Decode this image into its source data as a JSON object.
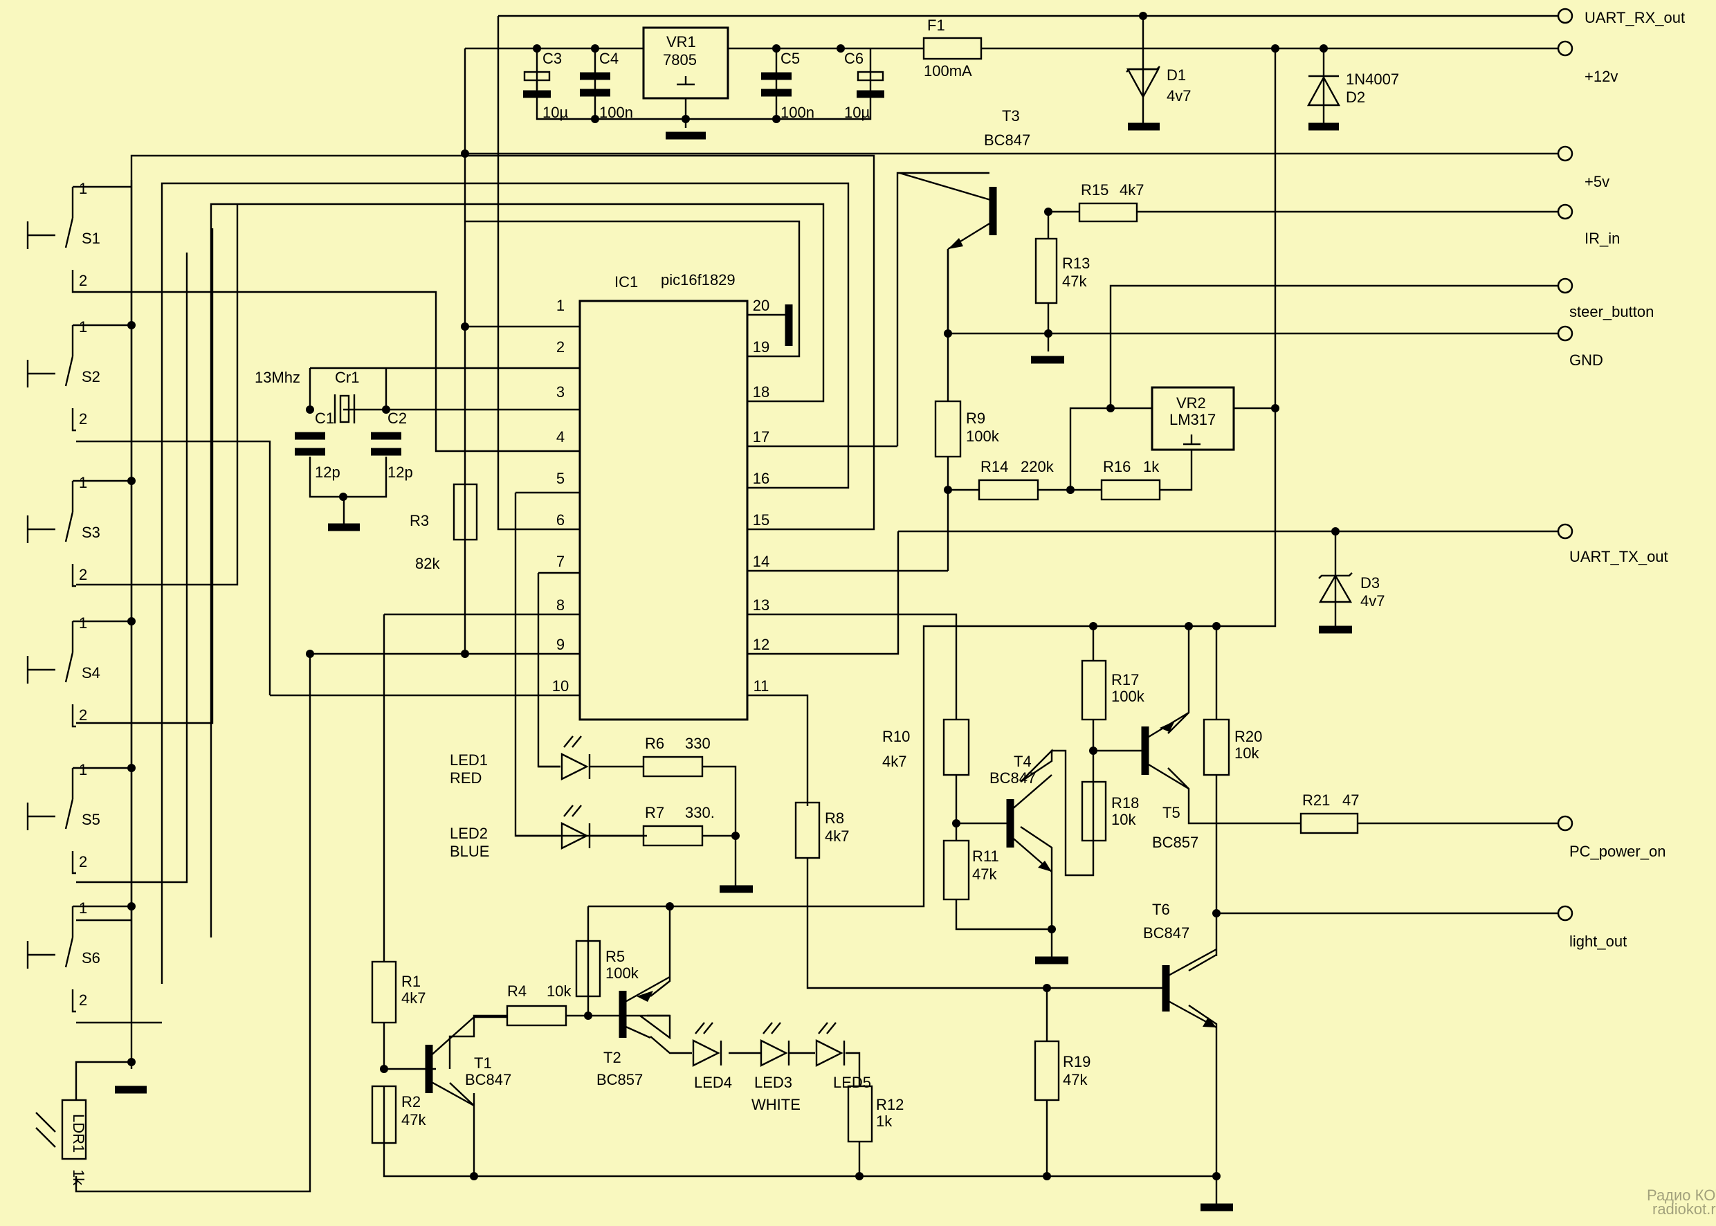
{
  "connectors": {
    "uart_rx": "UART_RX_out",
    "v12": "+12v",
    "v5": "+5v",
    "ir_in": "IR_in",
    "steer": "steer_button",
    "gnd": "GND",
    "uart_tx": "UART_TX_out",
    "pc_power": "PC_power_on",
    "light_out": "light_out"
  },
  "ic1": {
    "ref": "IC1",
    "part": "pic16f1829",
    "left_pins": [
      "1",
      "2",
      "3",
      "4",
      "5",
      "6",
      "7",
      "8",
      "9",
      "10"
    ],
    "right_pins": [
      "20",
      "19",
      "18",
      "17",
      "16",
      "15",
      "14",
      "13",
      "12",
      "11"
    ]
  },
  "parts": {
    "vr1_ref": "VR1",
    "vr1_val": "7805",
    "vr2_ref": "VR2",
    "vr2_val": "LM317",
    "c3_ref": "C3",
    "c3_val": "10µ",
    "c4_ref": "C4",
    "c4_val": "100n",
    "c5_ref": "C5",
    "c5_val": "100n",
    "c6_ref": "C6",
    "c6_val": "10µ",
    "f1_ref": "F1",
    "f1_val": "100mA",
    "d1_ref": "D1",
    "d1_val": "4v7",
    "d2_ref": "D2",
    "d2_val": "1N4007",
    "d3_ref": "D3",
    "d3_val": "4v7",
    "t3_ref": "T3",
    "t3_val": "BC847",
    "t4_ref": "T4",
    "t4_val": "BC847",
    "t5_ref": "T5",
    "t5_val": "BC857",
    "t6_ref": "T6",
    "t6_val": "BC847",
    "t1_ref": "T1",
    "t1_val": "BC847",
    "t2_ref": "T2",
    "t2_val": "BC857",
    "r15_ref": "R15",
    "r15_val": "4k7",
    "r13_ref": "R13",
    "r13_val": "47k",
    "r9_ref": "R9",
    "r9_val": "100k",
    "r14_ref": "R14",
    "r14_val": "220k",
    "r16_ref": "R16",
    "r16_val": "1k",
    "r3_ref": "R3",
    "r3_val": "82k",
    "r17_ref": "R17",
    "r17_val": "100k",
    "r18_ref": "R18",
    "r18_val": "10k",
    "r20_ref": "R20",
    "r20_val": "10k",
    "r21_ref": "R21",
    "r21_val": "47",
    "r10_ref": "R10",
    "r10_val": "4k7",
    "r11_ref": "R11",
    "r11_val": "47k",
    "r8_ref": "R8",
    "r8_val": "4k7",
    "r19_ref": "R19",
    "r19_val": "47k",
    "r6_ref": "R6",
    "r6_val": "330",
    "r7_ref": "R7",
    "r7_val": "330.",
    "r1_ref": "R1",
    "r1_val": "4k7",
    "r2_ref": "R2",
    "r2_val": "47k",
    "r4_ref": "R4",
    "r4_val": "10k",
    "r5_ref": "R5",
    "r5_val": "100k",
    "r12_ref": "R12",
    "r12_val": "1k",
    "xtal_freq": "13Mhz",
    "cr1_ref": "Cr1",
    "c1_ref": "C1",
    "c1_val": "12p",
    "c2_ref": "C2",
    "c2_val": "12p",
    "led1_ref": "LED1",
    "led1_col": "RED",
    "led2_ref": "LED2",
    "led2_col": "BLUE",
    "led4_ref": "LED4",
    "led3_ref": "LED3",
    "led3_col": "WHITE",
    "led5_ref": "LED5",
    "ldr_ref": "LDR1",
    "ldr_val": "1k"
  },
  "switches": [
    {
      "ref": "S1",
      "p1": "1",
      "p2": "2"
    },
    {
      "ref": "S2",
      "p1": "1",
      "p2": "2"
    },
    {
      "ref": "S3",
      "p1": "1",
      "p2": "2"
    },
    {
      "ref": "S4",
      "p1": "1",
      "p2": "2"
    },
    {
      "ref": "S5",
      "p1": "1",
      "p2": "2"
    },
    {
      "ref": "S6",
      "p1": "1",
      "p2": "2"
    }
  ],
  "watermark": {
    "line1": "Радио КОТ",
    "line2": "radiokot.ru"
  },
  "colors": {
    "background": "#f9f8bf",
    "ink": "#000000"
  }
}
